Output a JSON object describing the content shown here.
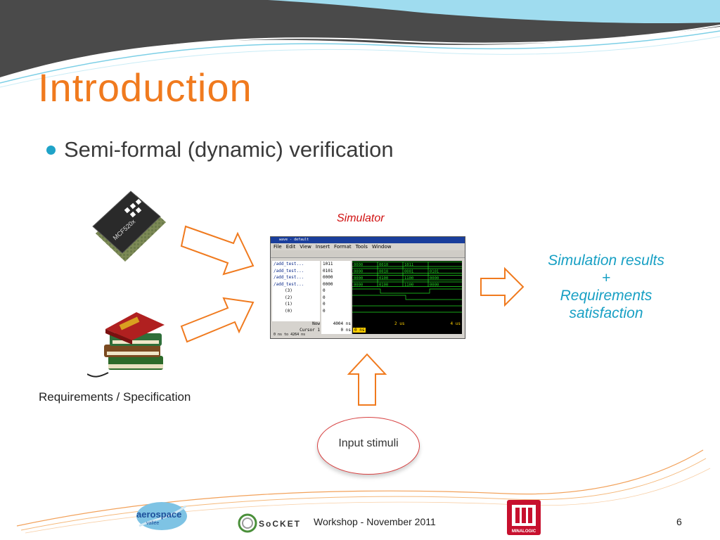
{
  "slide": {
    "title": "Introduction",
    "bullet": "Semi-formal (dynamic) verification",
    "simulator_label": "Simulator",
    "requirements_label": "Requirements / Specification",
    "results_line1": "Simulation results",
    "results_line2": "+",
    "results_line3": "Requirements",
    "results_line4": "satisfaction",
    "input_label": "Input stimuli",
    "chip_text": "MCF520x"
  },
  "simulator": {
    "window_title": "wave - default",
    "menu": [
      "File",
      "Edit",
      "View",
      "Insert",
      "Format",
      "Tools",
      "Window"
    ],
    "signals": [
      "/add_test...",
      "/add_test...",
      "/add_test...",
      "/add_test...",
      "(3)",
      "(2)",
      "(1)",
      "(0)"
    ],
    "values": [
      "1011",
      "0101",
      "0000",
      "0000",
      "0",
      "0",
      "0",
      "0"
    ],
    "wave_labels": [
      [
        "0000",
        "0010",
        "1011"
      ],
      [
        "0000",
        "0010",
        "0001",
        "0101"
      ],
      [
        "0000",
        "0100",
        "1100",
        "0000"
      ],
      [
        "0000",
        "0100",
        "1100",
        "0000"
      ]
    ],
    "now_label": "Now",
    "now_value": "4004 ns",
    "cursor_label": "Cursor 1",
    "cursor_value": "0 ns",
    "cursor_marker": "0 ns",
    "time_2us": "2 us",
    "time_4us": "4 us",
    "range": "0 ns to 4264 ns"
  },
  "footer": {
    "text": "Workshop - November 2011",
    "page": "6",
    "logo_left": "aerospace",
    "logo_left_sub": "vallée",
    "logo_mid": "SoCKET",
    "logo_right": "MINALOGIC"
  },
  "colors": {
    "title": "#f07a1e",
    "accent_blue": "#18a0c4",
    "arrow": "#f07a1e",
    "ellipse": "#d84040"
  }
}
